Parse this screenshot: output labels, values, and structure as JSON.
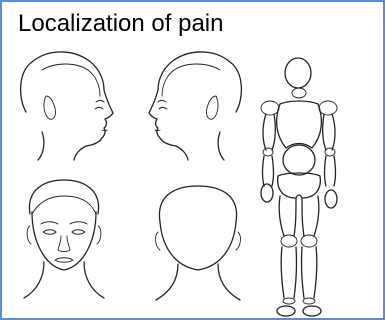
{
  "title": "Localization of pain",
  "colors": {
    "frame_border": "#5b8ed6",
    "background": "#ffffff",
    "ink": "#222222"
  },
  "figures": [
    "head-profile-right",
    "head-profile-left",
    "head-front",
    "head-back",
    "body-mannequin-back"
  ]
}
